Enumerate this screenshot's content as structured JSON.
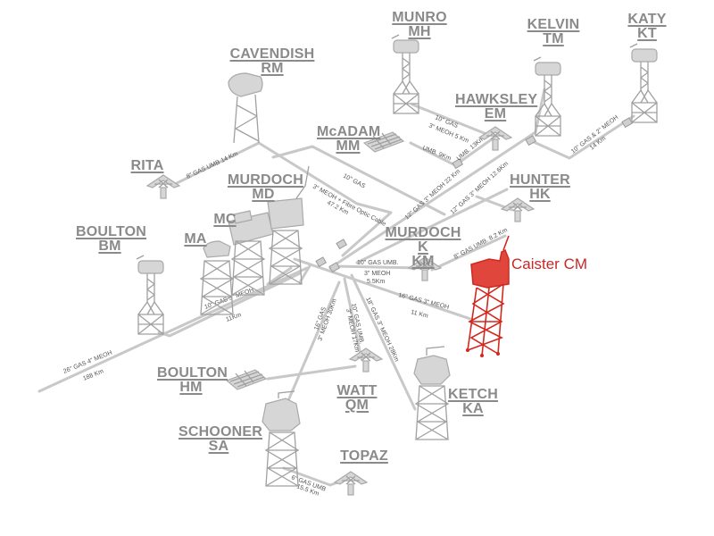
{
  "highlight_color": "#c62828",
  "structure_color": "#a9a9a9",
  "highlighted_platform": {
    "name": "Caister CM"
  },
  "platforms": {
    "munro": {
      "line1": "MUNRO",
      "line2": "MH"
    },
    "kelvin": {
      "line1": "KELVIN",
      "line2": "TM"
    },
    "katy": {
      "line1": "KATY",
      "line2": "KT"
    },
    "cavendish": {
      "line1": "CAVENDISH",
      "line2": "RM"
    },
    "hawksley": {
      "line1": "HAWKSLEY",
      "line2": "EM"
    },
    "mcadam": {
      "line1": "McADAM",
      "line2": "MM"
    },
    "rita": {
      "line1": "RITA"
    },
    "murdoch": {
      "line1": "MURDOCH",
      "line2": "MD"
    },
    "hunter": {
      "line1": "HUNTER",
      "line2": "HK"
    },
    "mc": {
      "line1": "MC"
    },
    "boulton_bm": {
      "line1": "BOULTON",
      "line2": "BM"
    },
    "ma": {
      "line1": "MA"
    },
    "murdoch_k": {
      "line1": "MURDOCH K",
      "line2": "KM"
    },
    "boulton_hm": {
      "line1": "BOULTON",
      "line2": "HM"
    },
    "watt": {
      "line1": "WATT",
      "line2": "QM"
    },
    "ketch": {
      "line1": "KETCH",
      "line2": "KA"
    },
    "schooner": {
      "line1": "SCHOONER",
      "line2": "SA"
    },
    "topaz": {
      "line1": "TOPAZ"
    }
  },
  "pipelines": {
    "munro_hawksley": {
      "line1": "10\" GAS",
      "line2": "3\" MEOH 5 Km"
    },
    "katy_kelvin": {
      "line1": "10\" GAS & 2\" MEOH",
      "line2": "14 Km"
    },
    "mcadam_umb": {
      "line1": "UMB. 9Km"
    },
    "hawksley_umb": {
      "line1": "UMB. 13Km"
    },
    "rita": {
      "line1": "8\" GAS  UMB 14 Km"
    },
    "cavendish": {
      "line1": "10\" GAS",
      "line2": "3\" MEOH + Fibre Optic Cable",
      "line3": "47.2 Km"
    },
    "trunk_22": {
      "line1": "12\" GAS  3\" MEOH 22 Km"
    },
    "hunter": {
      "line1": "12\" GAS  3\" MEOH 12.6Km"
    },
    "caister_umb": {
      "line1": "8\" GAS  UMB. 8.2 Km"
    },
    "murdoch_k": {
      "line1": "10\" GAS UMB.",
      "line2": "3\" MEOH",
      "line3": "5.5Km"
    },
    "caister": {
      "line1": "16\" GAS 3\" MEOH",
      "line2": "11 Km"
    },
    "boulton_bm": {
      "line1": "10\" GAS  3\" MEOH",
      "line2": "11Km"
    },
    "export": {
      "line1": "26\" GAS  4\" MEOH",
      "line2": "188 Km"
    },
    "schooner_16": {
      "line1": "16\" GAS",
      "line2": "3\" MEOH  30Km"
    },
    "watt": {
      "line1": "10\" GAS UMB.",
      "line2": "3\" MEOH 17Km"
    },
    "ketch": {
      "line1": "18\" GAS  3\" MEOH 28Km"
    },
    "topaz": {
      "line1": "6\" GAS UMB",
      "line2": "15.5 Km"
    }
  }
}
